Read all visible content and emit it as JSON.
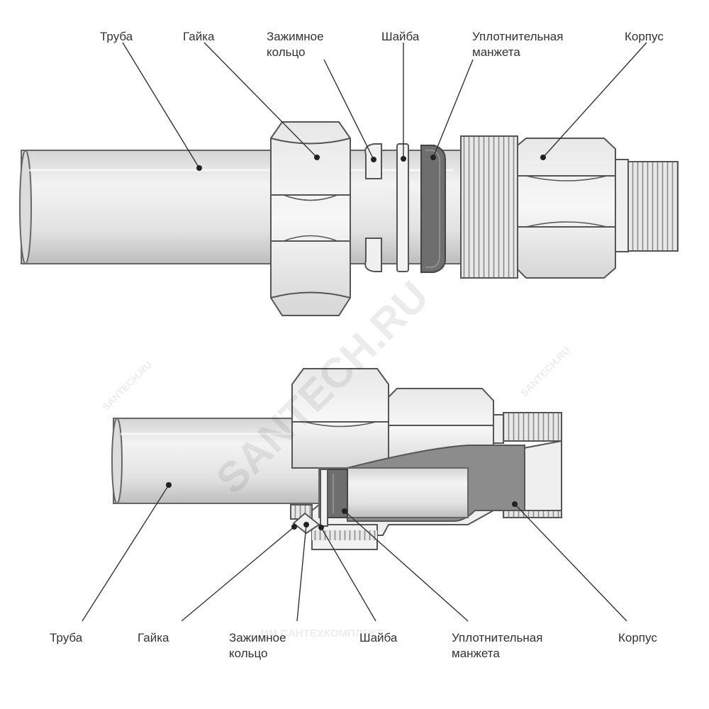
{
  "top_labels": {
    "pipe": "Труба",
    "nut": "Гайка",
    "ring_1": "Зажимное",
    "ring_2": "кольцо",
    "washer": "Шайба",
    "seal_1": "Уплотнительная",
    "seal_2": "манжета",
    "body": "Корпус"
  },
  "bottom_labels": {
    "pipe": "Труба",
    "nut": "Гайка",
    "ring_1": "Зажимное",
    "ring_2": "кольцо",
    "washer": "Шайба",
    "seal_1": "Уплотнительная",
    "seal_2": "манжета",
    "body": "Корпус"
  },
  "watermark": {
    "brand": "SANTECH.RU",
    "small": "SANTECH.RU",
    "bottom": "ИМ САНТЕХКОМПЛЕКТ"
  },
  "colors": {
    "outline": "#555555",
    "part_fill": "#e6e6e6",
    "highlight": "#f4f4f4",
    "seal": "#6e6e6e",
    "cavity": "#8c8c8c"
  }
}
